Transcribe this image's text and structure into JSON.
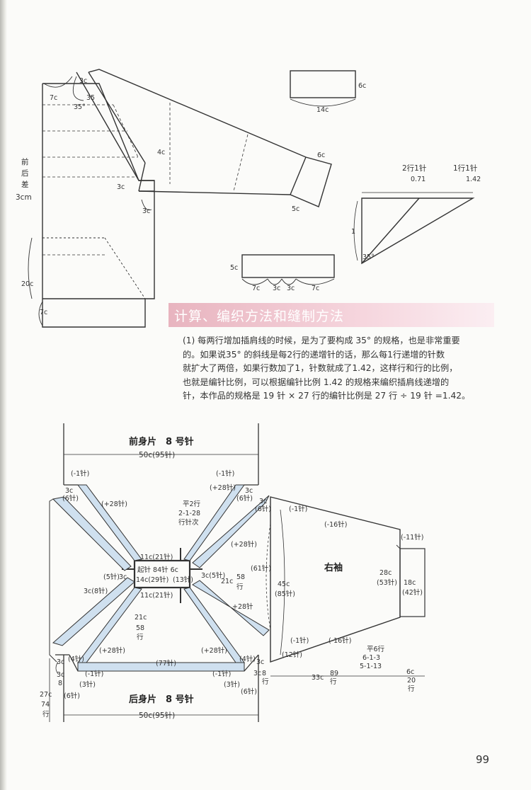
{
  "top_diagram": {
    "labels": {
      "a1": "3c",
      "a2": "7c",
      "a3": "35",
      "a4": "35°",
      "b1": "4c",
      "b2": "6c",
      "b3": "3c",
      "b4": "3c",
      "b5": "5c",
      "diff_line1": "前",
      "diff_line2": "后",
      "diff_line3": "差",
      "diff_line4": "3cm",
      "c1": "20c",
      "c2": "7c",
      "box1_h": "6c",
      "box1_w": "14c",
      "box2_h": "5c",
      "box2_w1": "7c",
      "box2_w2": "3c",
      "box2_w3": "3c",
      "box2_w4": "7c"
    }
  },
  "ratio_diagram": {
    "rate1": "2行1针",
    "rate1_val": "0.71",
    "rate2": "1行1针",
    "rate2_val": "1.42",
    "side": "1",
    "angle": "35°"
  },
  "section": {
    "title": "计算、编织方法和缝制方法",
    "paragraph": [
      "(1) 每两行增加插肩线的时候，是为了要构成 35° 的规格，也是非常重要",
      "的。如果说35° 的斜线是每2行的递增针的话，那么每1行递增的针数",
      "就扩大了两倍，如果行数加了1，针数就成了1.42，这样行和行的比例，",
      "也就是编针比例，可以根据编针比例 1.42 的规格来编织插肩线递增的",
      "针，本作品的规格是 19 针 × 27 行的编针比例是 27 行 ÷ 19 针 =1.42。"
    ]
  },
  "bottom_diagram": {
    "front_title": "前身片　8 号针",
    "front_width": "50c(95针)",
    "back_title": "后身片　8 号针",
    "back_width": "50c(95针)",
    "sleeve_title": "右袖",
    "labels": {
      "f_minus1_l": "(-1针)",
      "f_minus1_r": "(-1针)",
      "f_plus28_l": "(+28针)",
      "f_plus28_r": "(+28针)",
      "f_3c_l": "3c",
      "f_6z_l": "(6针)",
      "f_3c_r": "3c",
      "f_6z_r": "(6针)",
      "flat_a": "平2行",
      "flat_b": "2-1-28",
      "flat_c": "行针次",
      "c_11c_top": "11c(21针)",
      "c_start1": "起针 84针 6c",
      "c_start2": "14c(29针)",
      "c_13z": "(13针)",
      "c_11c_bot": "11c(21针)",
      "l_5z": "(5针)",
      "l_3c": "3c",
      "l_3c8": "3c(8针)",
      "r_3c5": "3c(5针)",
      "r_21c": "21c",
      "r_58": "58",
      "r_58b": "行",
      "v_21c": "21c",
      "v_58": "58",
      "v_row": "行",
      "s_3c": "3c",
      "s_6z": "(6针)",
      "s_minus1_top": "(-1针)",
      "s_minus16": "(-16针)",
      "s_minus11": "(-11针)",
      "s_plus28": "(+28针)",
      "s_61z": "(61针)",
      "s_45c": "45c",
      "s_85z": "(85针)",
      "s_28c": "28c",
      "s_53z": "(53针)",
      "s_18c": "18c",
      "s_42z": "(42针)",
      "s_plus28b": "+28针",
      "s_minus1_bot": "(-1针)",
      "s_minus16_bot": "(-16针)",
      "s_12z": "(12针)",
      "flat6_a": "平6行",
      "flat6_b": "6-1-3",
      "flat6_c": "5-1-13",
      "s_33c": "33c",
      "s_89": "89",
      "s_89b": "行",
      "s_6c": "6c",
      "s_20": "20",
      "s_20b": "行",
      "b_plus28_l": "(+28针)",
      "b_plus28_r": "(+28针)",
      "b_77z": "(77针)",
      "b_minus1_l": "(-1针)",
      "b_minus1_r": "(-1针)",
      "b_4z_l": "(4针)",
      "b_4z_r": "(4针)",
      "b_3c_l": "3c",
      "b_3c_r": "3c",
      "b_3z_l": "(3针)",
      "b_3z_r": "(3针)",
      "b_3c_ll": "3c",
      "b_8_l": "8",
      "b_6z_l": "(6针)",
      "b_3c_rr": "3c",
      "b_8_r": "8",
      "b_6z_r": "(6针)",
      "b_row": "行",
      "b_27c": "27c",
      "b_74": "74",
      "b_74b": "行"
    }
  },
  "page_number": "99",
  "colors": {
    "banner": "#e9b6c1",
    "fill_blue": "#cfe0ef",
    "line": "#333333"
  }
}
